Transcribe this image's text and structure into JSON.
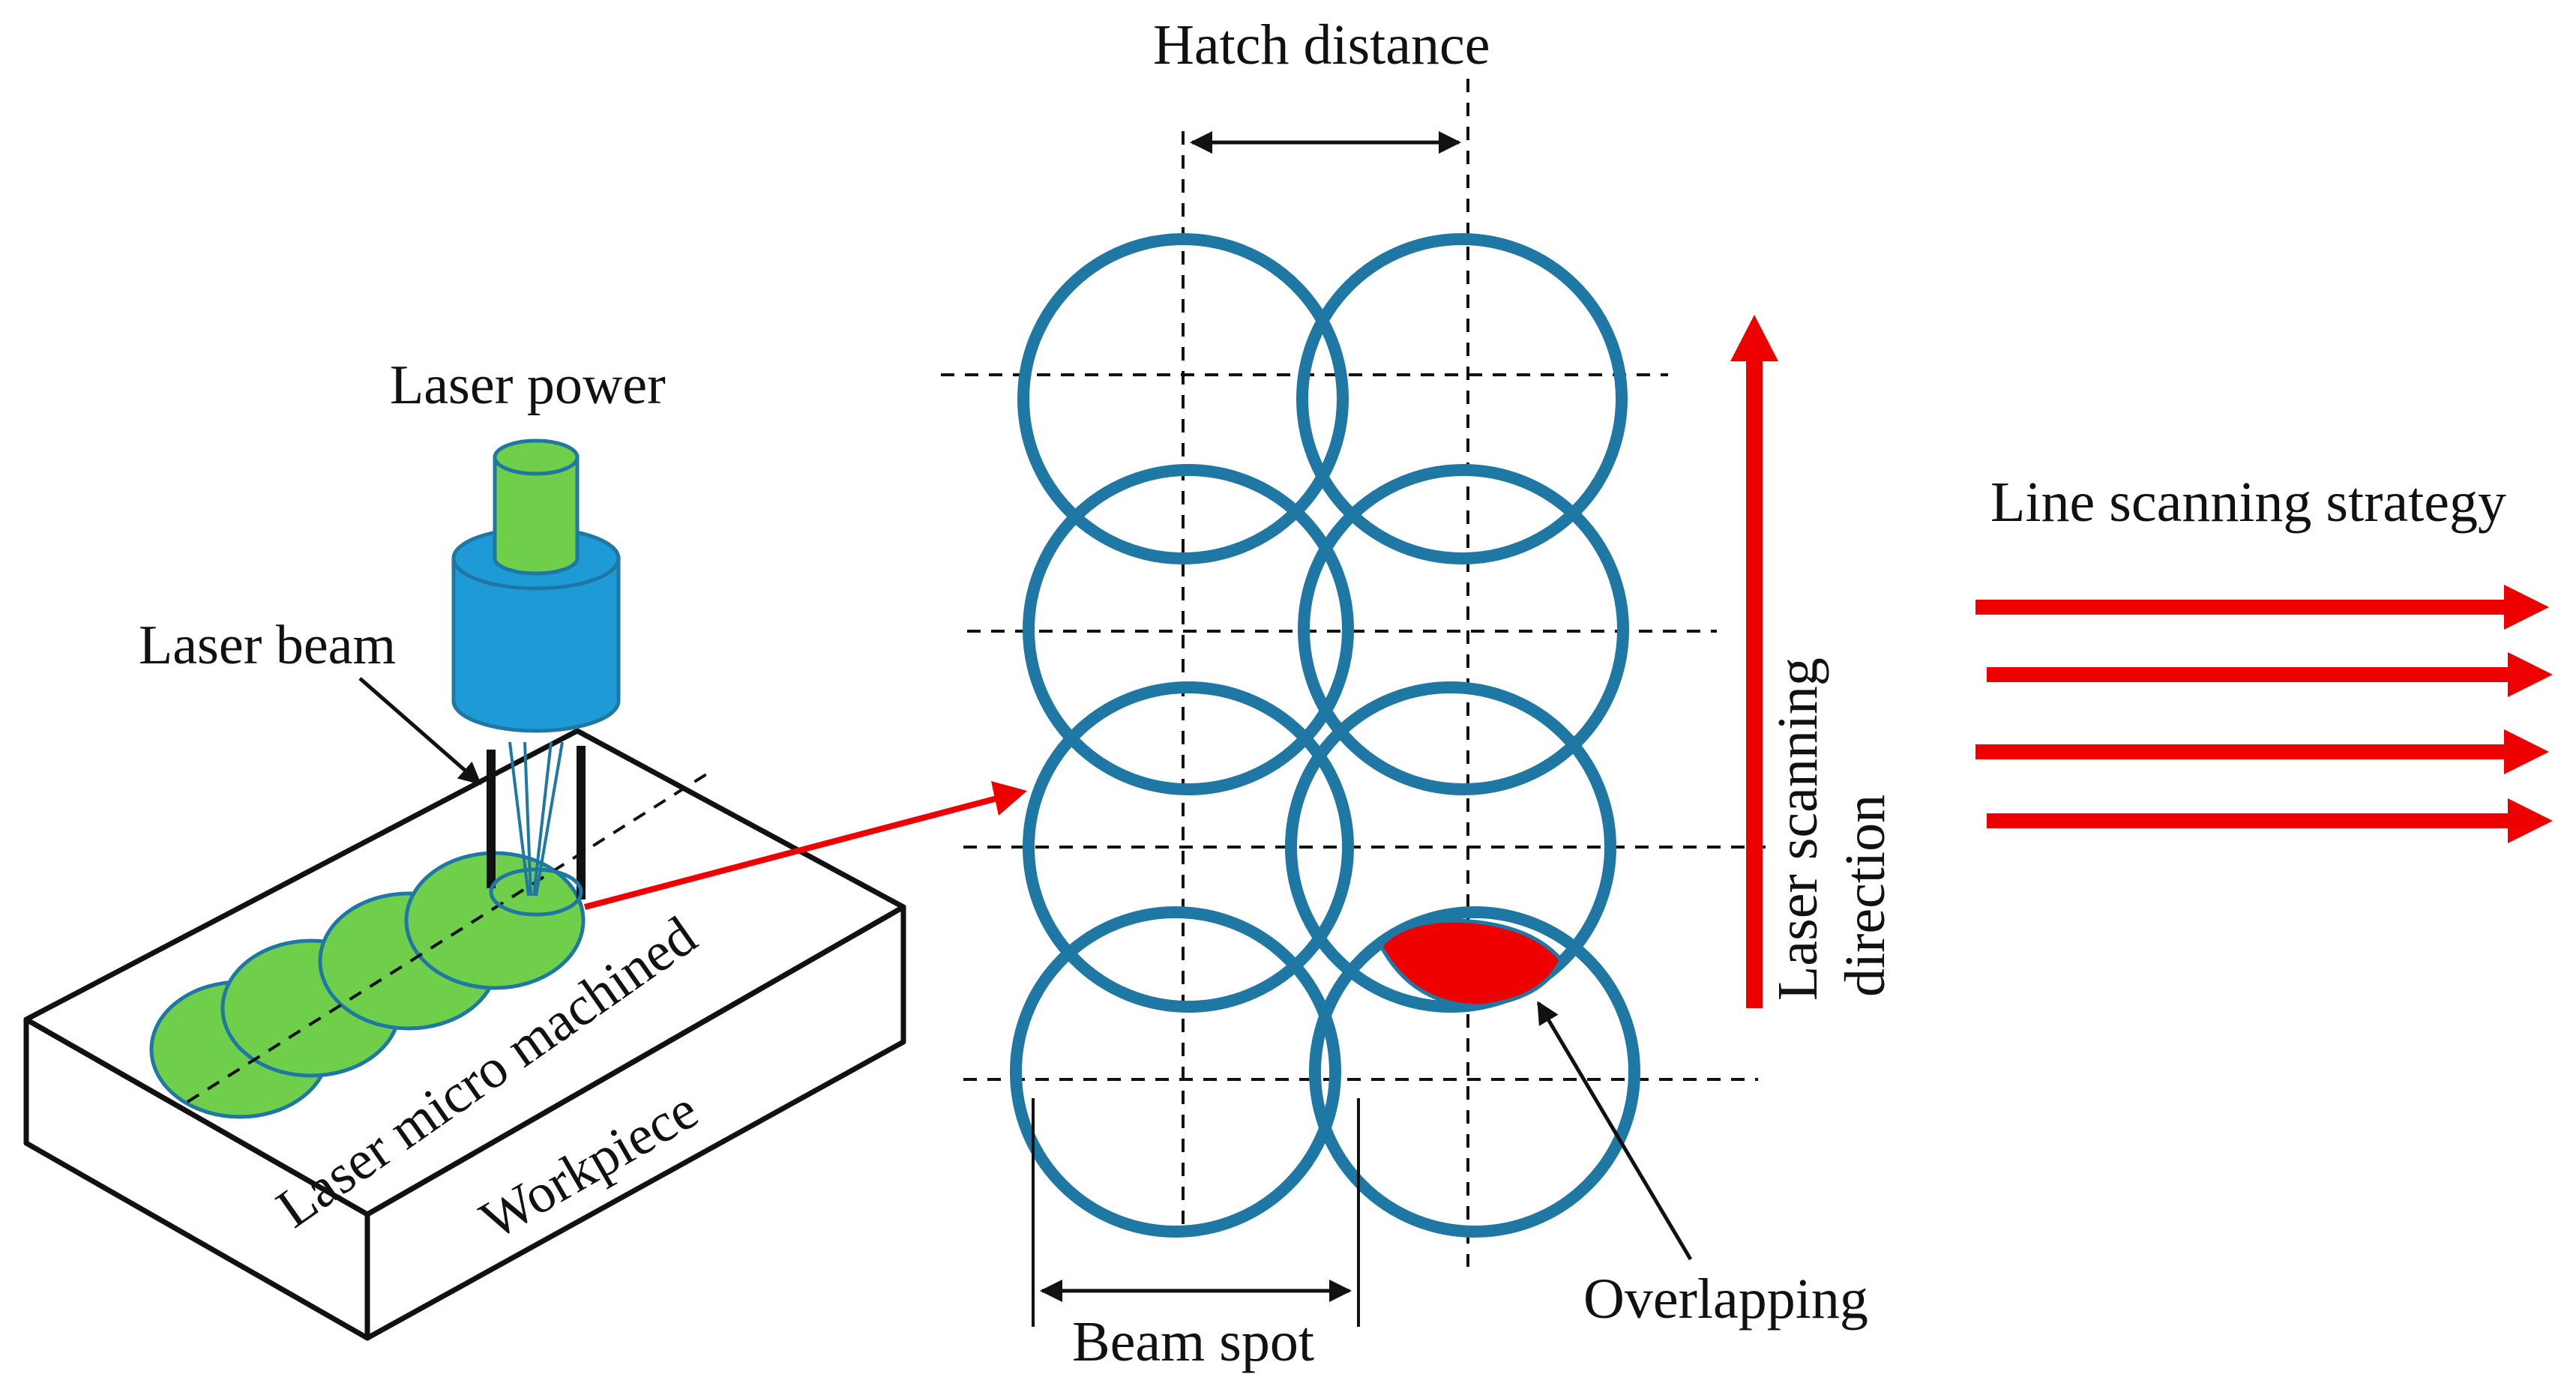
{
  "labels": {
    "hatch_distance": "Hatch distance",
    "laser_power": "Laser power",
    "laser_beam": "Laser beam",
    "laser_micro_machined": "Laser micro machined",
    "workpiece": "Workpiece",
    "laser_scanning": "Laser scanning",
    "direction": "direction",
    "line_scanning_strategy": "Line scanning strategy",
    "overlapping": "Overlapping",
    "beam_spot": "Beam spot"
  },
  "colors": {
    "ring": "#1f78a4",
    "red": "#ee0000",
    "green_fill": "#6fce4a",
    "green_stroke": "#1f78a4",
    "head_blue": "#1e9bd6",
    "ink": "#111111"
  },
  "icons": {
    "laser_head": "laser-head-icon",
    "scan_arrow": "up-arrow-icon",
    "strategy_arrows": "right-arrow-icon"
  }
}
